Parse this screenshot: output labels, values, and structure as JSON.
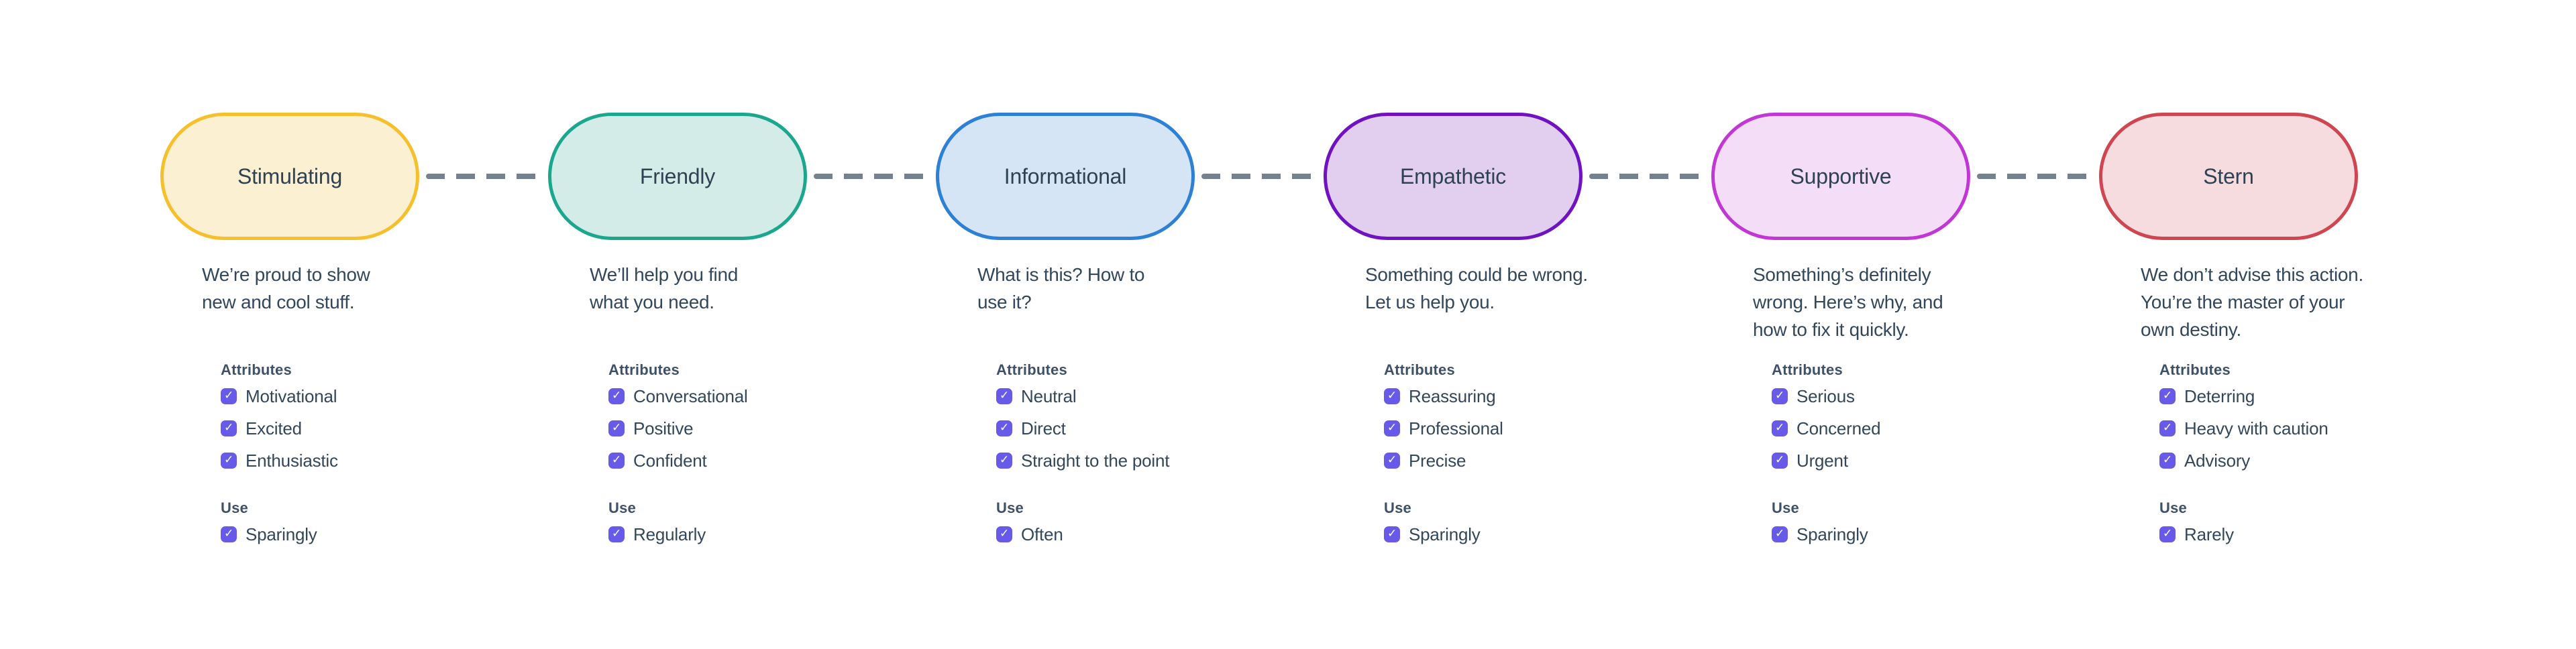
{
  "headings": {
    "attributes": "Attributes",
    "use": "Use"
  },
  "icons": {
    "check": "✓"
  },
  "colors": {
    "checkbox": "#685AE9",
    "connector": "#74818E",
    "body_text": "#33475B",
    "pill_text": "#2E4254",
    "background": "#FFFFFF"
  },
  "tones": [
    {
      "label": "Stimulating",
      "pill_border": "#F5C02B",
      "pill_fill": "#FBF0D2",
      "description_lines": [
        "We’re proud to show",
        "new and cool stuff."
      ],
      "attributes": [
        "Motivational",
        "Excited",
        "Enthusiastic"
      ],
      "use": "Sparingly"
    },
    {
      "label": "Friendly",
      "pill_border": "#1AA78E",
      "pill_fill": "#D4ECE8",
      "description_lines": [
        "We’ll help you find",
        "what you need."
      ],
      "attributes": [
        "Conversational",
        "Positive",
        "Confident"
      ],
      "use": "Regularly"
    },
    {
      "label": "Informational",
      "pill_border": "#2C80D5",
      "pill_fill": "#D5E5F6",
      "description_lines": [
        "What is this? How to",
        "use it?"
      ],
      "attributes": [
        "Neutral",
        "Direct",
        "Straight to the point"
      ],
      "use": "Often"
    },
    {
      "label": "Empathetic",
      "pill_border": "#7012C2",
      "pill_fill": "#E2CFF0",
      "description_lines": [
        "Something could be wrong.",
        "Let us help you."
      ],
      "attributes": [
        "Reassuring",
        "Professional",
        "Precise"
      ],
      "use": "Sparingly"
    },
    {
      "label": "Supportive",
      "pill_border": "#C136D5",
      "pill_fill": "#F3DDF7",
      "description_lines": [
        "Something’s definitely",
        "wrong. Here’s why, and",
        "how to fix it quickly."
      ],
      "attributes": [
        "Serious",
        "Concerned",
        "Urgent"
      ],
      "use": "Sparingly"
    },
    {
      "label": "Stern",
      "pill_border": "#CF4550",
      "pill_fill": "#F6DCDE",
      "description_lines": [
        "We don’t advise this action.",
        "You’re the master of your",
        "own destiny."
      ],
      "attributes": [
        "Deterring",
        "Heavy with caution",
        "Advisory"
      ],
      "use": "Rarely"
    }
  ]
}
